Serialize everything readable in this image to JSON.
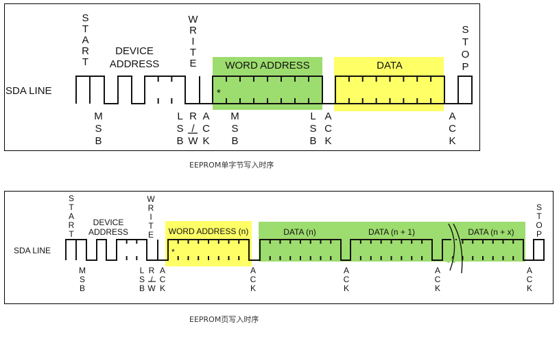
{
  "diagram1": {
    "sda_line": "SDA LINE",
    "start": "START",
    "device_address": [
      "DEVICE",
      "ADDRESS"
    ],
    "write": "WRITE",
    "word_address": "WORD ADDRESS",
    "data": "DATA",
    "stop": "STOP",
    "star": "*",
    "msb1": "MSB",
    "lsb1": "LSB",
    "rw": "R/W",
    "ack1": "ACK",
    "msb2": "MSB",
    "lsb2": "LSB",
    "ack2": "ACK",
    "ack3": "ACK",
    "caption": "EEPROM单字节写入时序",
    "colors": {
      "word_address_bg": "#9ddc6e",
      "data_bg": "#ffff66"
    }
  },
  "diagram2": {
    "sda_line": "SDA LINE",
    "start": "START",
    "device_address": [
      "DEVICE",
      "ADDRESS"
    ],
    "write": "WRITE",
    "word_address": "WORD ADDRESS (n)",
    "data_n": "DATA (n)",
    "data_n1": "DATA (n + 1)",
    "data_nx": "DATA (n + x)",
    "stop": "STOP",
    "star": "*",
    "msb": "MSB",
    "lsb": "LSB",
    "rw": "R/W",
    "ack1": "ACK",
    "ack2": "ACK",
    "ack3": "ACK",
    "ack4": "ACK",
    "ack5": "ACK",
    "caption": "EEPROM页写入时序",
    "colors": {
      "word_address_bg": "#ffff66",
      "data_bg": "#9ddc6e"
    }
  }
}
